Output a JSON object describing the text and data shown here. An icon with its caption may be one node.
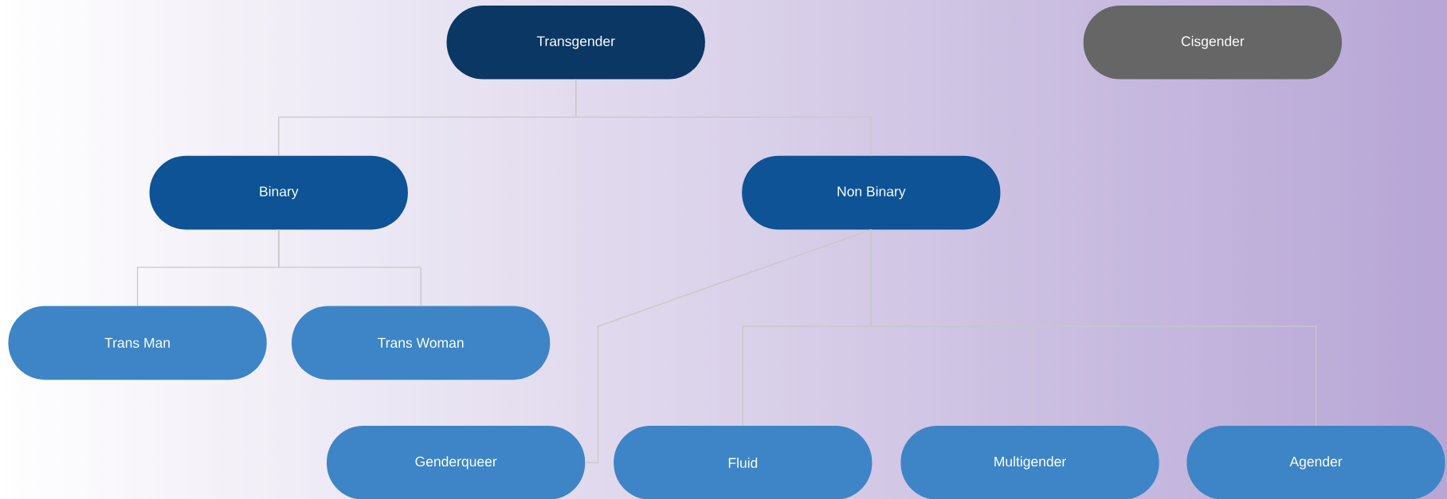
{
  "diagram": {
    "nodes": [
      {
        "text": [
          "Transgender"
        ]
      },
      {
        "text": [
          "Cisgender"
        ]
      },
      {
        "text": [
          "Binary"
        ]
      },
      {
        "text": [
          "Non Binary"
        ]
      },
      {
        "text": [
          "Trans Man"
        ]
      },
      {
        "text": [
          "Trans Woman"
        ]
      },
      {
        "text": [
          "Genderqueer"
        ]
      },
      {
        "text": [
          "Fluid"
        ]
      },
      {
        "text": [
          "Multigender"
        ]
      },
      {
        "text": [
          "Agender"
        ]
      }
    ],
    "edges": [
      {
        "from": 0,
        "to": 2,
        "arrow": "none"
      },
      {
        "from": 0,
        "to": 3,
        "arrow": "none"
      },
      {
        "from": 2,
        "to": 4,
        "arrow": "none"
      },
      {
        "from": 2,
        "to": 5,
        "arrow": "none"
      },
      {
        "from": 3,
        "to": 6,
        "arrow": "none"
      },
      {
        "from": 3,
        "to": 7,
        "arrow": "none"
      },
      {
        "from": 3,
        "to": 8,
        "arrow": "none"
      },
      {
        "from": 3,
        "to": 9,
        "arrow": "none"
      }
    ]
  }
}
